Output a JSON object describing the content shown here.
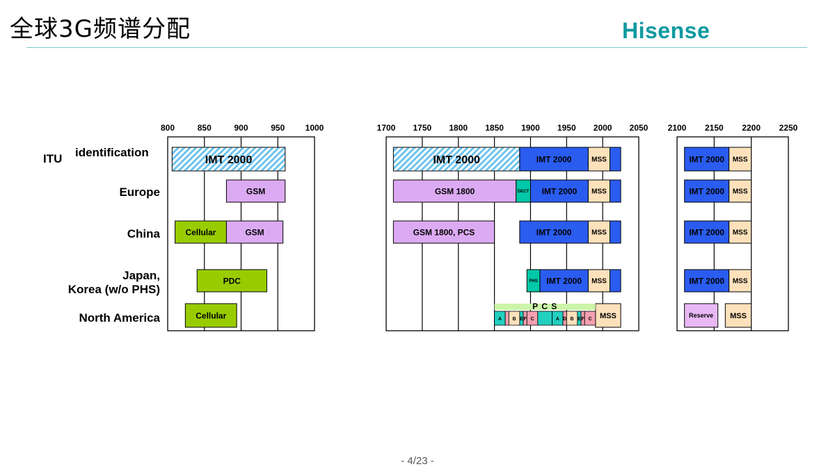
{
  "page": {
    "title": "全球3G频谱分配",
    "logo": "Hisense",
    "footer": "- 4/23 -"
  },
  "chart_data": {
    "type": "spectrum-allocation",
    "unit": "MHz",
    "ticks": [
      800,
      850,
      900,
      950,
      1000,
      1700,
      1750,
      1800,
      1850,
      1900,
      1950,
      2000,
      2050,
      2100,
      2150,
      2200,
      2250
    ],
    "gridlines": [
      850,
      900,
      950,
      1750,
      1800,
      1850,
      1900,
      1950,
      2000,
      2150,
      2200
    ],
    "panels": [
      {
        "from": 800,
        "to": 1000
      },
      {
        "from": 1700,
        "to": 2050
      },
      {
        "from": 2100,
        "to": 2250
      }
    ],
    "rows": [
      {
        "name": "ITU",
        "label": [
          "ITU",
          "identification"
        ]
      },
      {
        "name": "Europe",
        "label": [
          "Europe"
        ]
      },
      {
        "name": "China",
        "label": [
          "China"
        ]
      },
      {
        "name": "Japan",
        "label": [
          "Japan,",
          "Korea (w/o PHS)"
        ]
      },
      {
        "name": "North America",
        "label": [
          "North America"
        ]
      }
    ],
    "colors": {
      "hatch": "#6ec3ee",
      "gsm": "#dcaaf2",
      "imt": "#2a5cf0",
      "mss": "#fde1bb",
      "cellular": "#99cc00",
      "dect": "#00c8a8",
      "pcs": "#ccf5a8",
      "pcs_pink": "#f4a0b0",
      "pcs_teal": "#22d0c0",
      "reserve": "#e8b8f5"
    },
    "blocks": [
      {
        "row": 0,
        "from": 806,
        "to": 960,
        "text": "IMT 2000",
        "fill": "hatch",
        "size": 16
      },
      {
        "row": 0,
        "from": 1710,
        "to": 1885,
        "text": "IMT 2000",
        "fill": "hatch",
        "size": 16
      },
      {
        "row": 0,
        "from": 1885,
        "to": 1980,
        "text": "IMT 2000",
        "fill": "imt",
        "size": 12
      },
      {
        "row": 0,
        "from": 1980,
        "to": 2010,
        "text": "MSS",
        "fill": "mss",
        "size": 10
      },
      {
        "row": 0,
        "from": 2010,
        "to": 2025,
        "text": "",
        "fill": "imt",
        "size": 10
      },
      {
        "row": 0,
        "from": 2110,
        "to": 2170,
        "text": "IMT 2000",
        "fill": "imt",
        "size": 12
      },
      {
        "row": 0,
        "from": 2170,
        "to": 2200,
        "text": "MSS",
        "fill": "mss",
        "size": 10
      },
      {
        "row": 1,
        "from": 880,
        "to": 960,
        "text": "GSM",
        "fill": "gsm",
        "size": 12
      },
      {
        "row": 1,
        "from": 1710,
        "to": 1880,
        "text": "GSM 1800",
        "fill": "gsm",
        "size": 12
      },
      {
        "row": 1,
        "from": 1880,
        "to": 1900,
        "text": "DECT",
        "fill": "dect",
        "size": 6
      },
      {
        "row": 1,
        "from": 1900,
        "to": 1980,
        "text": "IMT 2000",
        "fill": "imt",
        "size": 12
      },
      {
        "row": 1,
        "from": 1980,
        "to": 2010,
        "text": "MSS",
        "fill": "mss",
        "size": 10
      },
      {
        "row": 1,
        "from": 2010,
        "to": 2025,
        "text": "",
        "fill": "imt",
        "size": 10
      },
      {
        "row": 1,
        "from": 2110,
        "to": 2170,
        "text": "IMT 2000",
        "fill": "imt",
        "size": 12
      },
      {
        "row": 1,
        "from": 2170,
        "to": 2200,
        "text": "MSS",
        "fill": "mss",
        "size": 10
      },
      {
        "row": 2,
        "from": 810,
        "to": 880,
        "text": "Cellular",
        "fill": "cellular",
        "size": 12
      },
      {
        "row": 2,
        "from": 880,
        "to": 957,
        "text": "GSM",
        "fill": "gsm",
        "size": 12
      },
      {
        "row": 2,
        "from": 1710,
        "to": 1850,
        "text": "GSM 1800, PCS",
        "fill": "gsm",
        "size": 12
      },
      {
        "row": 2,
        "from": 1885,
        "to": 1980,
        "text": "IMT 2000",
        "fill": "imt",
        "size": 12
      },
      {
        "row": 2,
        "from": 1980,
        "to": 2010,
        "text": "MSS",
        "fill": "mss",
        "size": 10
      },
      {
        "row": 2,
        "from": 2010,
        "to": 2025,
        "text": "",
        "fill": "imt",
        "size": 10
      },
      {
        "row": 2,
        "from": 2110,
        "to": 2170,
        "text": "IMT 2000",
        "fill": "imt",
        "size": 12
      },
      {
        "row": 2,
        "from": 2170,
        "to": 2200,
        "text": "MSS",
        "fill": "mss",
        "size": 10
      },
      {
        "row": 3,
        "from": 840,
        "to": 935,
        "text": "PDC",
        "fill": "cellular",
        "size": 12
      },
      {
        "row": 3,
        "from": 1895,
        "to": 1913,
        "text": "PHS",
        "fill": "dect",
        "size": 6
      },
      {
        "row": 3,
        "from": 1913,
        "to": 1980,
        "text": "IMT 2000",
        "fill": "imt",
        "size": 12
      },
      {
        "row": 3,
        "from": 1980,
        "to": 2010,
        "text": "MSS",
        "fill": "mss",
        "size": 10
      },
      {
        "row": 3,
        "from": 2010,
        "to": 2025,
        "text": "",
        "fill": "imt",
        "size": 10
      },
      {
        "row": 3,
        "from": 2110,
        "to": 2170,
        "text": "IMT 2000",
        "fill": "imt",
        "size": 12
      },
      {
        "row": 3,
        "from": 2170,
        "to": 2200,
        "text": "MSS",
        "fill": "mss",
        "size": 10
      },
      {
        "row": 4,
        "from": 824,
        "to": 894,
        "text": "Cellular",
        "fill": "cellular",
        "size": 12
      },
      {
        "row": 4,
        "from": 1990,
        "to": 2025,
        "text": "MSS",
        "fill": "mss",
        "size": 11
      },
      {
        "row": 4,
        "from": 2110,
        "to": 2155,
        "text": "Reserve",
        "fill": "reserve",
        "size": 9
      },
      {
        "row": 4,
        "from": 2165,
        "to": 2200,
        "text": "MSS",
        "fill": "mss",
        "size": 11
      }
    ],
    "pcs": {
      "label": "P C S",
      "from": 1850,
      "to": 1990,
      "subbands": [
        {
          "from": 1850,
          "to": 1865,
          "text": "A",
          "fill": "pcs_teal"
        },
        {
          "from": 1865,
          "to": 1870,
          "text": "",
          "fill": "pcs_pink"
        },
        {
          "from": 1870,
          "to": 1885,
          "text": "B",
          "fill": "mss"
        },
        {
          "from": 1885,
          "to": 1890,
          "text": "E",
          "fill": "pcs_teal"
        },
        {
          "from": 1890,
          "to": 1895,
          "text": "F",
          "fill": "pcs_pink"
        },
        {
          "from": 1895,
          "to": 1910,
          "text": "C",
          "fill": "pcs_pink"
        },
        {
          "from": 1910,
          "to": 1930,
          "text": "",
          "fill": "pcs_teal"
        },
        {
          "from": 1930,
          "to": 1945,
          "text": "A",
          "fill": "pcs_teal"
        },
        {
          "from": 1945,
          "to": 1950,
          "text": "D",
          "fill": "pcs_pink"
        },
        {
          "from": 1950,
          "to": 1965,
          "text": "B",
          "fill": "mss"
        },
        {
          "from": 1965,
          "to": 1970,
          "text": "E",
          "fill": "pcs_teal"
        },
        {
          "from": 1970,
          "to": 1975,
          "text": "F",
          "fill": "pcs_pink"
        },
        {
          "from": 1975,
          "to": 1990,
          "text": "C",
          "fill": "pcs_pink"
        }
      ]
    }
  }
}
